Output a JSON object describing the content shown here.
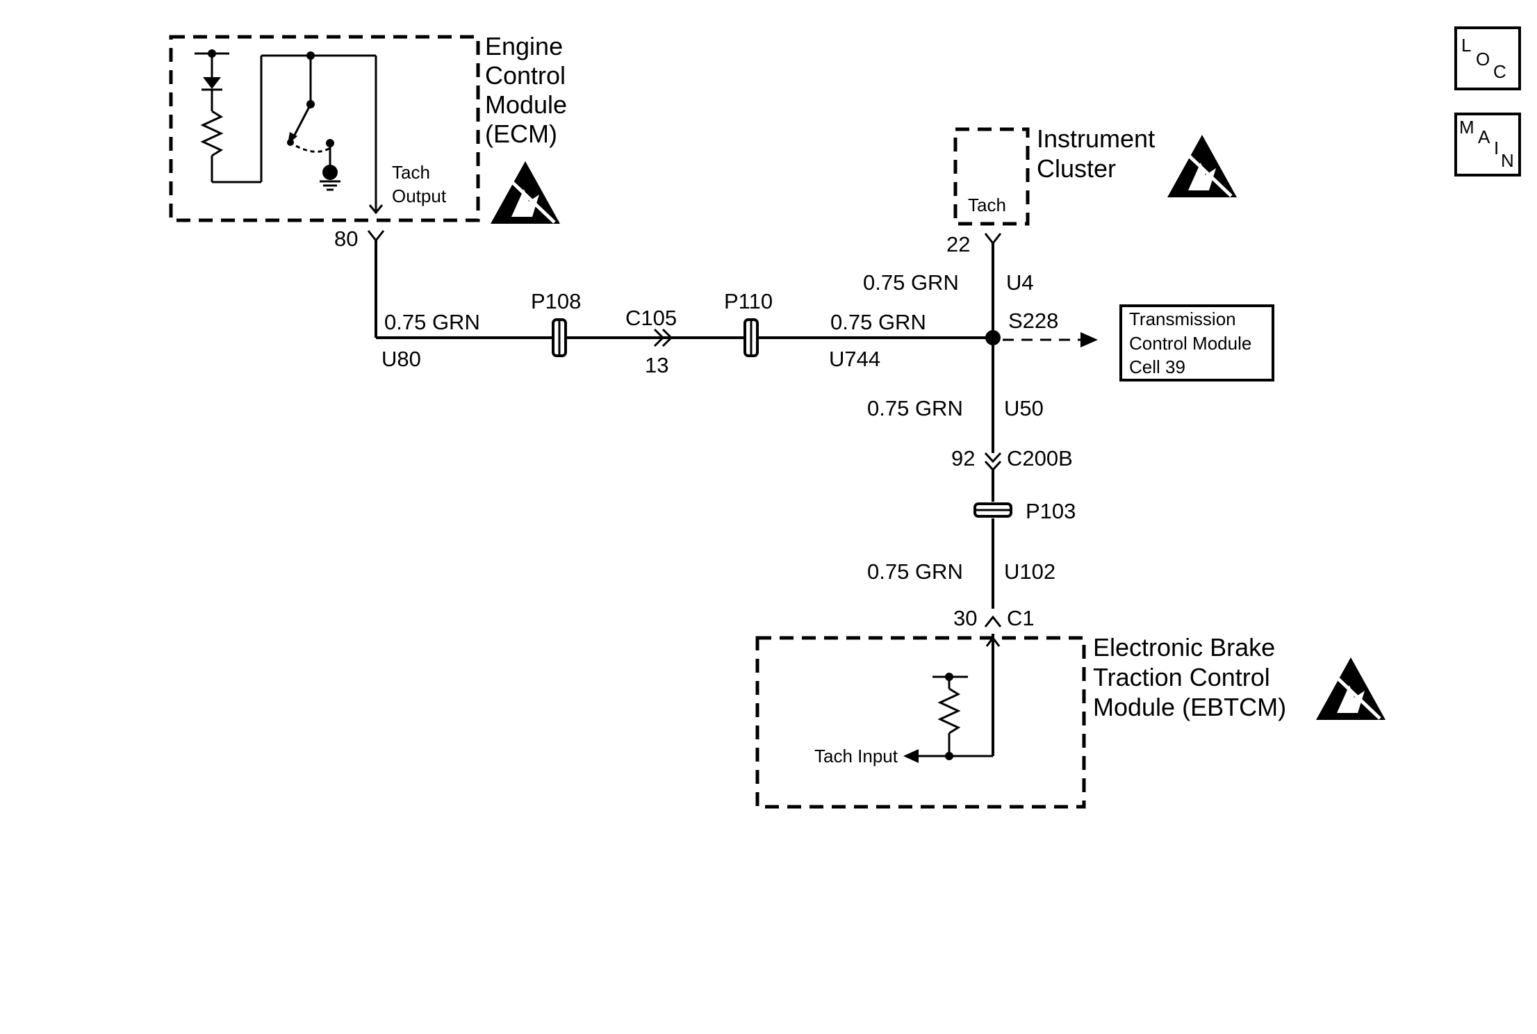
{
  "nav": {
    "loc_letters": [
      "L",
      "O",
      "C"
    ],
    "main_letters": [
      "M",
      "A",
      "I",
      "N"
    ]
  },
  "ecm": {
    "title_lines": [
      "Engine",
      "Control",
      "Module",
      "(ECM)"
    ],
    "output_label_lines": [
      "Tach",
      "Output"
    ],
    "pin": "80"
  },
  "cluster": {
    "title_lines": [
      "Instrument",
      "Cluster"
    ],
    "inner_label": "Tach",
    "pin": "22"
  },
  "tcm": {
    "label_lines": [
      "Transmission",
      "Control Module",
      "Cell 39"
    ]
  },
  "ebtcm": {
    "title_lines": [
      "Electronic Brake",
      "Traction Control",
      "Module (EBTCM)"
    ],
    "input_label": "Tach Input",
    "pin": "30",
    "connector": "C1"
  },
  "wires": {
    "ecm_wire": "0.75 GRN",
    "ecm_circuit": "U80",
    "mid_wire": "0.75 GRN",
    "mid_circuit": "U744",
    "cluster_wire": "0.75 GRN",
    "cluster_circuit": "U4",
    "lower_wire": "0.75 GRN",
    "lower_circuit": "U50",
    "ebtcm_wire": "0.75 GRN",
    "ebtcm_circuit": "U102"
  },
  "connectors": {
    "p108": "P108",
    "c105": "C105",
    "c105_pin": "13",
    "p110": "P110",
    "splice": "S228",
    "c200b": "C200B",
    "c200b_pin": "92",
    "p103": "P103"
  }
}
